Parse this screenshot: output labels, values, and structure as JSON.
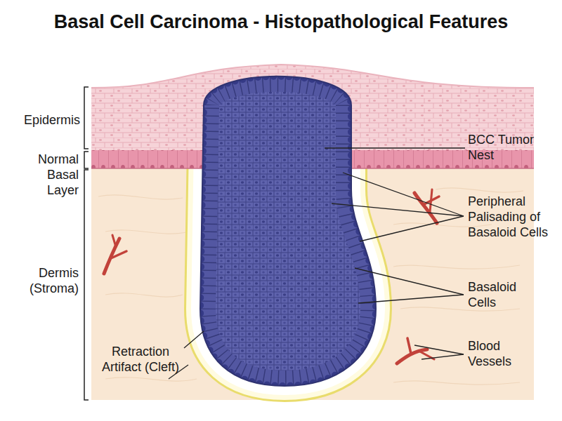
{
  "diagram": {
    "title": "Basal Cell Carcinoma - Histopathological Features",
    "labels": [
      "Epidermis",
      "Normal Basal Layer",
      "Dermis (Stroma)",
      "BCC Tumor Nest",
      "Peripheral Palisading of Basaloid Cells",
      "Basaloid Cells",
      "Blood Vessels",
      "Retraction Artifact (Cleft)"
    ]
  }
}
